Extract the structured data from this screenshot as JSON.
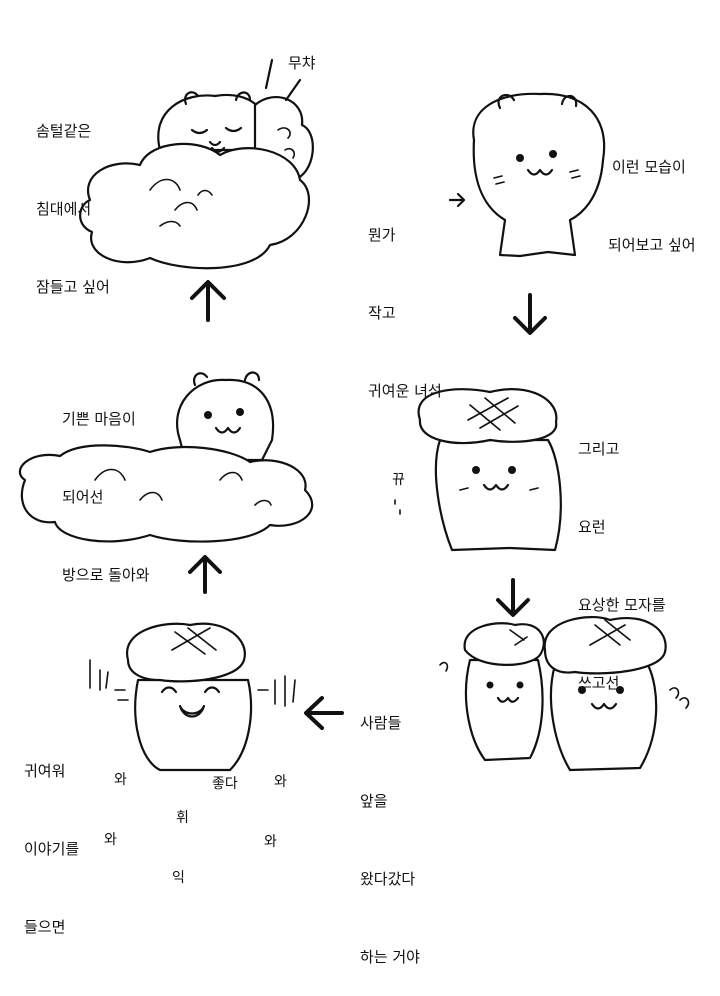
{
  "panels": {
    "top_left": {
      "caption": [
        "솜털같은",
        "침대에서",
        "잠들고 싶어"
      ],
      "sfx": "무챠"
    },
    "top_right": {
      "caption": [
        "이런 모습이",
        "되어보고 싶어"
      ],
      "note": [
        "뭔가",
        "작고",
        "귀여운 녀석"
      ]
    },
    "mid_right": {
      "caption": [
        "그리고",
        "요런",
        "요상한 모자를",
        "쓰고선"
      ],
      "sfx": "뀨"
    },
    "bottom_right": {
      "caption": [
        "사람들",
        "앞을",
        "왔다갔다",
        "하는 거야"
      ]
    },
    "bottom_left": {
      "caption": [
        "귀여워",
        "이야기를",
        "들으면"
      ],
      "sfx_wa_left": [
        "와",
        "와"
      ],
      "sfx_wa_right": [
        "와",
        "와"
      ],
      "sfx_wiik": [
        "휘",
        "익"
      ],
      "sfx_good": "좋다"
    },
    "mid_left": {
      "caption": [
        "기쁜 마음이",
        "되어선",
        "방으로 돌아와"
      ]
    }
  }
}
